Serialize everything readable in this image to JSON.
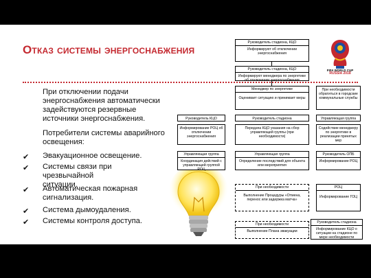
{
  "title": "Отказ системы энергоснабжения",
  "intro": "При отключении подачи энергоснабжения автоматически задействуются резервные источники энергоснабжения.",
  "consumers_heading": "Потребители системы аварийного освещения:",
  "items": [
    "Эвакуационное освещение.",
    "Системы связи при чрезвычайной ситуации.",
    "Автоматическая пожарная сигнализация.",
    "Система дымоудаления.",
    "Системы контроля доступа."
  ],
  "logo": {
    "line1": "FIFA WORLD CUP",
    "line2": "RUSSIA 2018"
  },
  "flow": {
    "b1": {
      "hdr": "Руководитель стадиона, КЦО",
      "body": "Информируют об отключении энергоснабжения"
    },
    "b2": {
      "hdr": "Руководитель стадиона, КЦО",
      "body": "Информируют менеджера по энергетике об отключении энергоснабжения"
    },
    "b3": {
      "hdr": "Менеджер по энергетике",
      "body": "Оценивает ситуацию и принимает меры"
    },
    "b4": "При необходимости обратиться в городские коммунальные службы",
    "b5": "Руководитель КЦО",
    "b6": "Руководитель стадиона",
    "b7": "Управляющая группа",
    "b8": "Информирование РОЦ об отключении энергоснабжения",
    "b9": "Передача КЦО указания на сбор управляющей группы (при необходимости)",
    "b10": "Содействие менеджеру по энергетике в реализации принятых мер",
    "b11": {
      "hdr": "Управляющая группа",
      "body": "Координация действий с управляющей группой РОЦ"
    },
    "b12": {
      "hdr": "Управляющая группа",
      "body": "Определение последствий для объекта или мероприятия"
    },
    "b13": {
      "hdr": "Руководитель ОПБ",
      "body": "Информирование РОЦ"
    },
    "b14": {
      "hdr": "При необходимости",
      "body": "Выполнение Процедуры «Отмена, перенос или задержка матча»"
    },
    "b15": {
      "hdr": "РОЦ",
      "body": "Информирование ГОЦ"
    },
    "b16": {
      "hdr": "При необходимости",
      "body": "Выполнение Плана эвакуации"
    },
    "b17": {
      "hdr": "Руководитель стадиона",
      "body": "Информирование КЦО о ситуации на стадионе по мере необходимости"
    }
  }
}
